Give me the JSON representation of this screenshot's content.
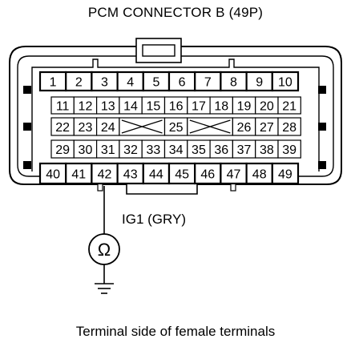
{
  "connector": {
    "title": "PCM CONNECTOR B (49P)",
    "caption": "Terminal side of female terminals",
    "rows": [
      [
        "1",
        "2",
        "3",
        "4",
        "5",
        "6",
        "7",
        "8",
        "9",
        "10"
      ],
      [
        "11",
        "12",
        "13",
        "14",
        "15",
        "16",
        "17",
        "18",
        "19",
        "20",
        "21"
      ],
      [
        "22",
        "23",
        "24",
        "",
        "25",
        "",
        "26",
        "27",
        "28"
      ],
      [
        "29",
        "30",
        "31",
        "32",
        "33",
        "34",
        "35",
        "36",
        "37",
        "38",
        "39"
      ],
      [
        "40",
        "41",
        "42",
        "43",
        "44",
        "45",
        "46",
        "47",
        "48",
        "49"
      ]
    ],
    "probe_terminal": "42"
  },
  "probe": {
    "wire_label": "IG1 (GRY)",
    "meter_symbol": "Ω"
  }
}
